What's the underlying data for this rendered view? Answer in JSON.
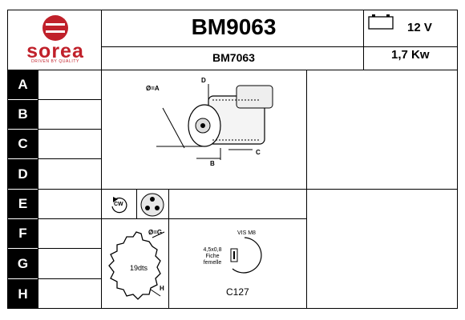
{
  "logo": {
    "name": "sorea",
    "tagline": "DRIVEN BY QUALITY",
    "color": "#c0202a"
  },
  "header": {
    "reference": "BM9063",
    "alt_reference": "BM7063",
    "voltage": "12 V",
    "power": "1,7 Kw"
  },
  "rows": [
    "A",
    "B",
    "C",
    "D",
    "E",
    "F",
    "G",
    "H"
  ],
  "diagram_labels": {
    "diameter_a": "Ø=A",
    "d": "D",
    "b": "B",
    "c": "C",
    "rotation": "CW",
    "diameter_g": "Ø=G",
    "teeth": "19dts",
    "h": "H",
    "screw": "VIS M8",
    "connector": "4,5x0,8\nFiche\nfemelle",
    "connector_code": "C127"
  }
}
